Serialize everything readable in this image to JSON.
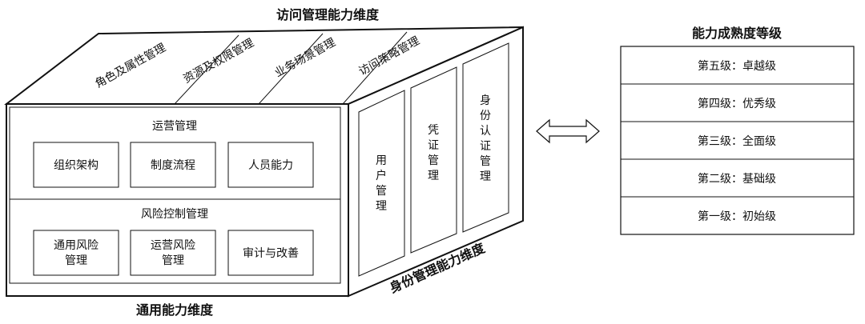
{
  "top_face": {
    "title": "访问管理能力维度",
    "items": [
      "角色及属性管理",
      "资源及权限管理",
      "业务场景管理",
      "访问策略管理"
    ]
  },
  "front_face": {
    "title": "通用能力维度",
    "sections": [
      {
        "title": "运营管理",
        "items": [
          "组织架构",
          "制度流程",
          "人员能力"
        ]
      },
      {
        "title": "风险控制管理",
        "items": [
          [
            "通用风险",
            "管理"
          ],
          [
            "运营风险",
            "管理"
          ],
          [
            "审计与改善"
          ]
        ]
      }
    ]
  },
  "side_face": {
    "title": "身份管理能力维度",
    "items": [
      [
        "用",
        "户",
        "管",
        "理"
      ],
      [
        "凭",
        "证",
        "管",
        "理"
      ],
      [
        "身",
        "份",
        "认",
        "证",
        "管",
        "理"
      ]
    ]
  },
  "connector": {
    "icon": "double-arrow-icon"
  },
  "maturity": {
    "title": "能力成熟度等级",
    "levels": [
      "第五级：卓越级",
      "第四级：优秀级",
      "第三级：全面级",
      "第二级：基础级",
      "第一级：初始级"
    ]
  }
}
